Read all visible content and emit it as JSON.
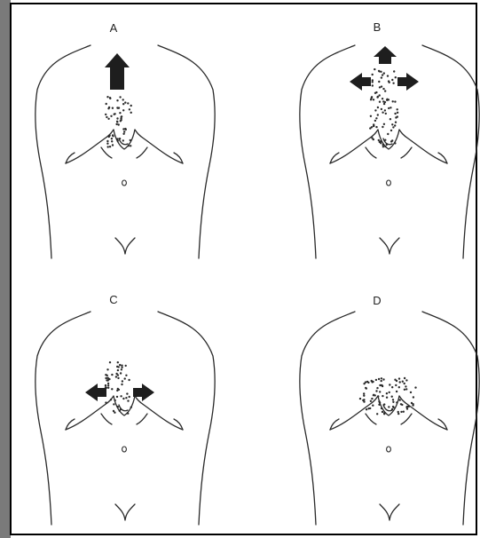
{
  "colors": {
    "background": "#ffffff",
    "frame": "#000000",
    "left_scan_shadow": "#7a7a7a",
    "outline": "#2a2a2a",
    "arrow_fill": "#1e1e1e",
    "dots": "#2a2a2a"
  },
  "panels": [
    {
      "label": "A",
      "dot_region": "lower-sternum-epigastric",
      "arrows": [
        "up"
      ]
    },
    {
      "label": "B",
      "dot_region": "full-sternum-epigastric",
      "arrows": [
        "up",
        "left",
        "right"
      ]
    },
    {
      "label": "C",
      "dot_region": "lower-sternum-epigastric",
      "arrows": [
        "left",
        "right"
      ]
    },
    {
      "label": "D",
      "dot_region": "diffuse-lower-chest",
      "arrows": []
    }
  ]
}
